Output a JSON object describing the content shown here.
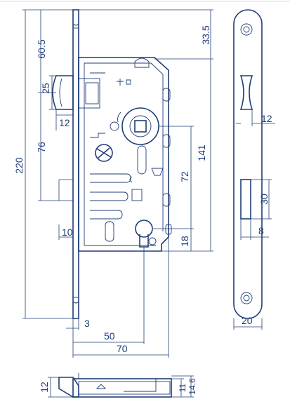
{
  "drawing": {
    "stroke_color": "#1f3d76",
    "background": "#ffffff",
    "dimensions": {
      "d_60_5": "60.5",
      "d_33_5": "33.5",
      "d_220": "220",
      "d_25": "25",
      "d_12_a": "12",
      "d_76": "76",
      "d_141": "141",
      "d_72": "72",
      "d_10": "10",
      "d_18": "18",
      "d_3": "3",
      "d_50": "50",
      "d_70": "70",
      "d_12_side": "12",
      "d_30": "30",
      "d_8": "8",
      "d_20": "20",
      "d_12_bottom": "12",
      "d_11": "11",
      "d_14_6": "14.6"
    }
  }
}
